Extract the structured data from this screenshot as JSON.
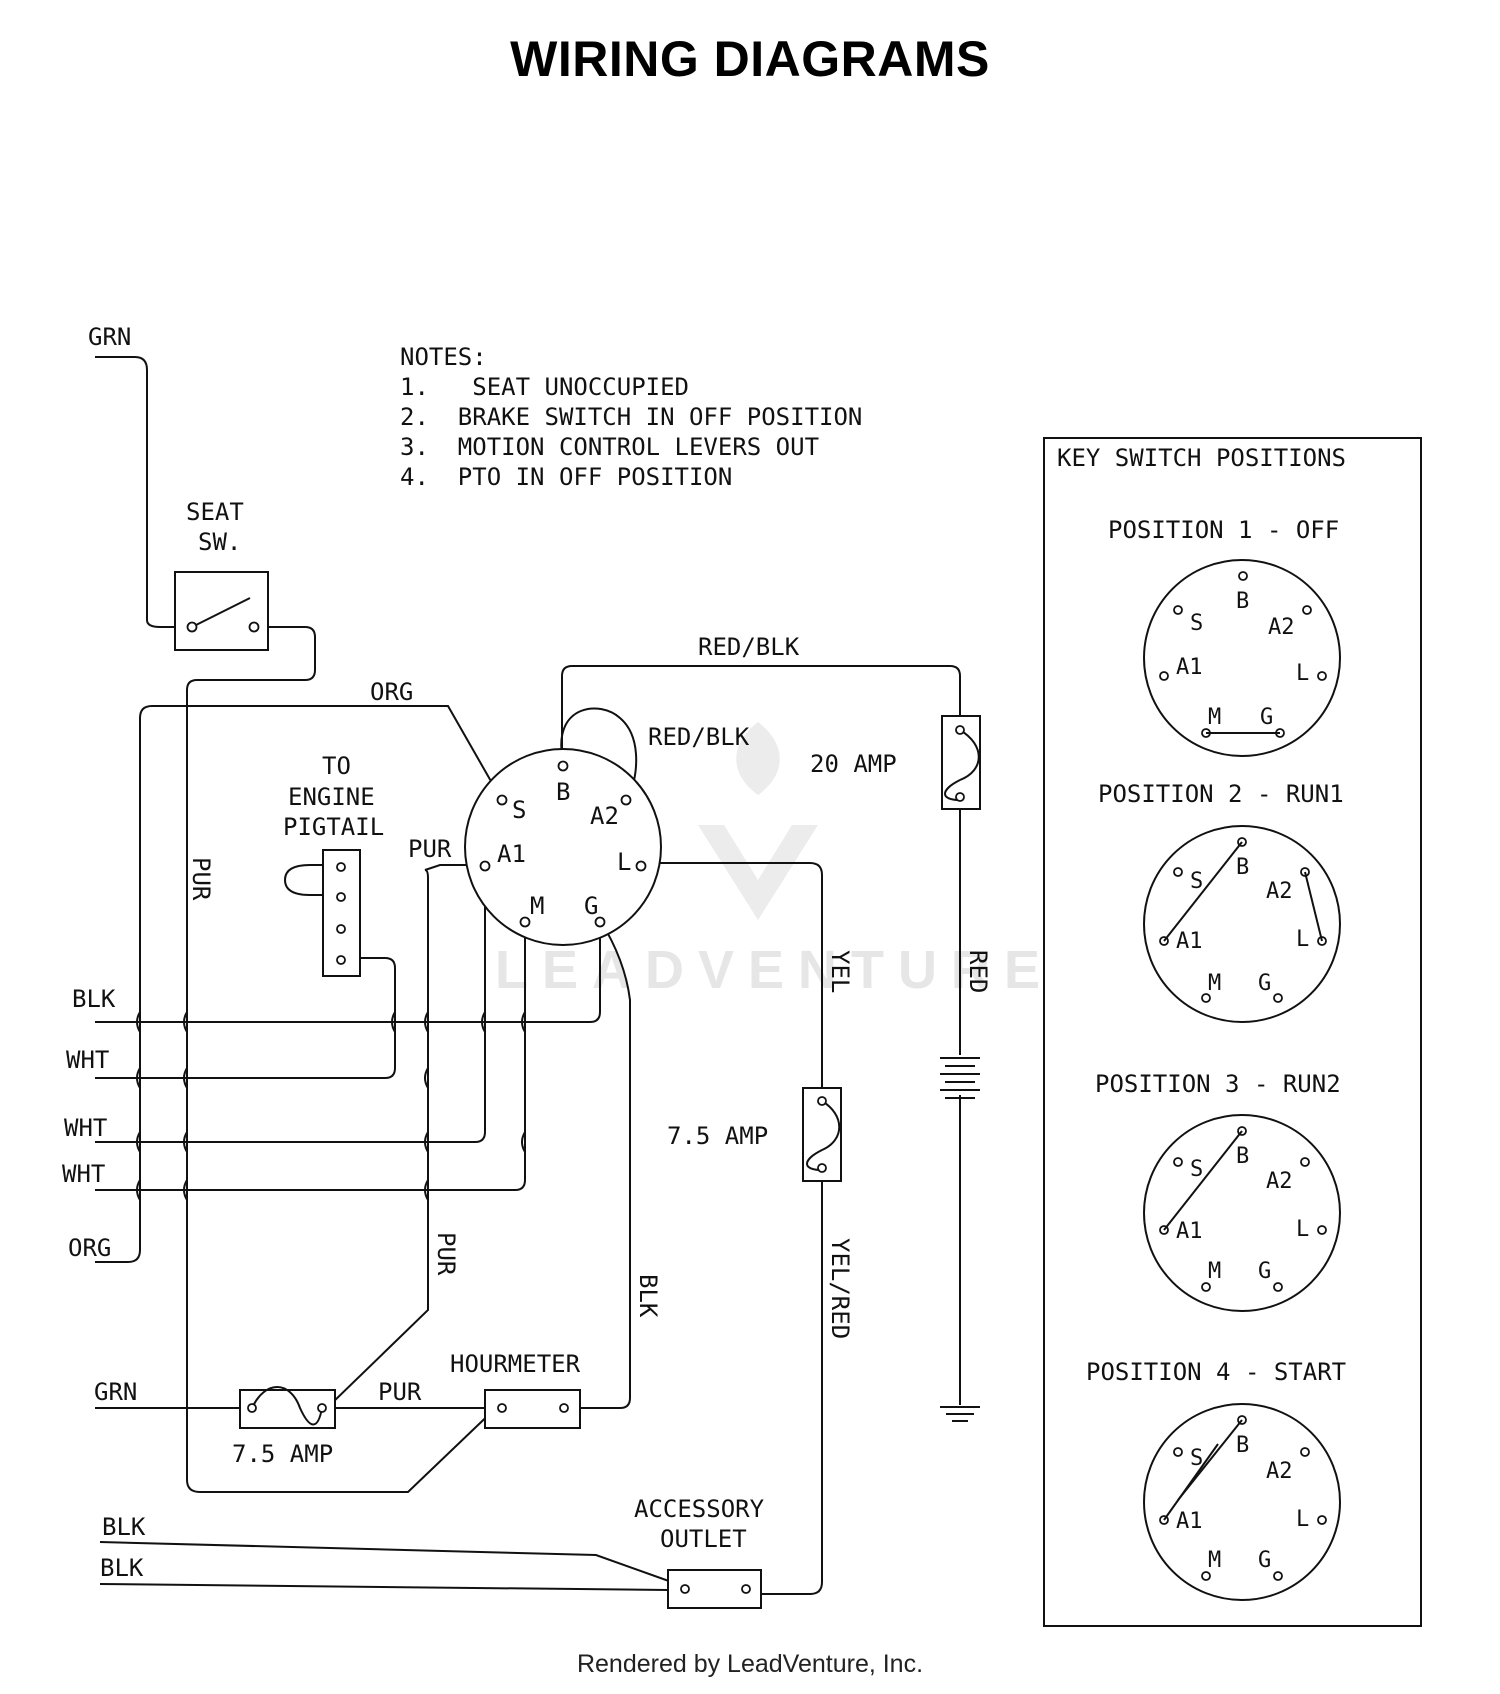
{
  "title": "WIRING DIAGRAMS",
  "footer": "Rendered by LeadVenture, Inc.",
  "watermark": "LEADVENTURE",
  "notes": {
    "heading": "NOTES:",
    "items": [
      "1.   SEAT UNOCCUPIED",
      "2.  BRAKE SWITCH IN OFF POSITION",
      "3.  MOTION CONTROL LEVERS OUT",
      "4.  PTO IN OFF POSITION"
    ]
  },
  "wire_labels": {
    "grn_top": "GRN",
    "org_top": "ORG",
    "pur_vertical": "PUR",
    "pur_a1": "PUR",
    "red_blk_top": "RED/BLK",
    "red_blk_loop": "RED/BLK",
    "yel": "YEL",
    "red": "RED",
    "blk1": "BLK",
    "wht1": "WHT",
    "wht2": "WHT",
    "wht3": "WHT",
    "org_bottom": "ORG",
    "pur_low": "PUR",
    "blk_vertical": "BLK",
    "yel_red": "YEL/RED",
    "grn_bottom": "GRN",
    "pur_hour": "PUR",
    "blk_bottom1": "BLK",
    "blk_bottom2": "BLK"
  },
  "components": {
    "seat_switch": [
      "SEAT",
      "SW."
    ],
    "engine_pigtail": [
      "TO",
      "ENGINE",
      "PIGTAIL"
    ],
    "fuse_20": "20 AMP",
    "fuse_75_right": "7.5 AMP",
    "fuse_75_bottom": "7.5 AMP",
    "hourmeter": "HOURMETER",
    "accessory_outlet": [
      "ACCESSORY",
      "OUTLET"
    ]
  },
  "terminals": {
    "S": "S",
    "B": "B",
    "A2": "A2",
    "A1": "A1",
    "L": "L",
    "M": "M",
    "G": "G"
  },
  "key_switch": {
    "heading": "KEY SWITCH POSITIONS",
    "positions": [
      "POSITION 1 - OFF",
      "POSITION 2 - RUN1",
      "POSITION 3 - RUN2",
      "POSITION 4 - START"
    ]
  }
}
